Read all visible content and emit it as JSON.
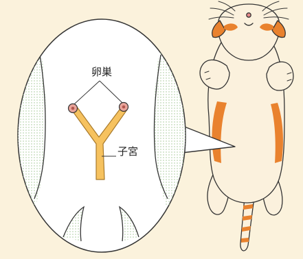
{
  "diagram": {
    "labels": {
      "ovary": "卵巣",
      "uterus": "子宮"
    },
    "colors": {
      "background": "#fbf2dc",
      "bubble_fill": "#ffffff",
      "dots": "#b7d3ad",
      "reproductive_organ": "#f6c25f",
      "ovary_pink": "#e9a49a",
      "cat_body": "#fbf1dd",
      "cat_stripes": "#e9822e",
      "outline": "#333333"
    },
    "icons": [
      "cat-illustration",
      "speech-bubble"
    ]
  }
}
